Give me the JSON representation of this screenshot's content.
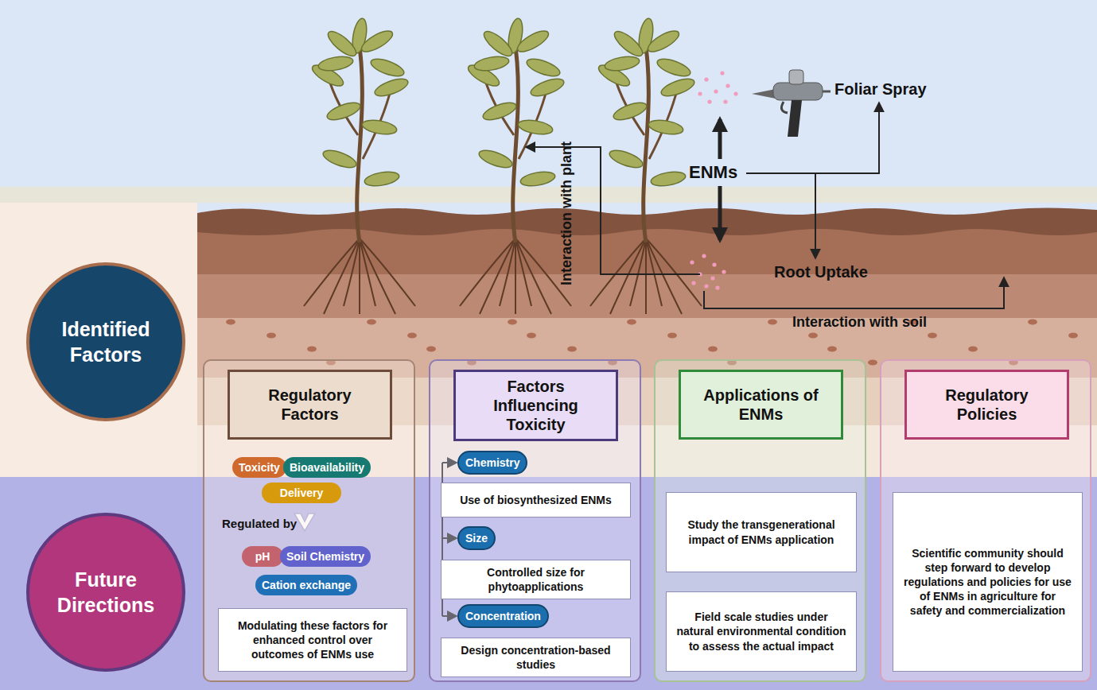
{
  "diagram": {
    "nodes": [
      {
        "text": [
          "Identified Factors"
        ]
      },
      {
        "text": [
          "Future Directions"
        ]
      },
      {
        "text": [
          "Regulatory Factors"
        ]
      },
      {
        "text": [
          "Toxicity"
        ],
        "in": 2
      },
      {
        "text": [
          "Bioavailability"
        ],
        "in": 2
      },
      {
        "text": [
          "Delivery"
        ],
        "in": 2
      },
      {
        "text": [
          "pH"
        ],
        "in": 2
      },
      {
        "text": [
          "Soil Chemistry"
        ],
        "in": 2
      },
      {
        "text": [
          "Cation exchange"
        ],
        "in": 2
      },
      {
        "text": [
          "Modulating these factors for enhanced control over outcomes of ENMs use"
        ],
        "in": 2
      },
      {
        "text": [
          "Factors Influencing Toxicity"
        ]
      },
      {
        "text": [
          "Chemistry"
        ],
        "in": 10
      },
      {
        "text": [
          "Use of biosynthesized ENMs"
        ],
        "in": 10
      },
      {
        "text": [
          "Size"
        ],
        "in": 10
      },
      {
        "text": [
          "Controlled size for phytoapplications"
        ],
        "in": 10
      },
      {
        "text": [
          "Concentration"
        ],
        "in": 10
      },
      {
        "text": [
          "Design concentration-based studies"
        ],
        "in": 10
      },
      {
        "text": [
          "Applications of ENMs"
        ]
      },
      {
        "text": [
          "Study the transgenerational impact of ENMs application"
        ],
        "in": 17
      },
      {
        "text": [
          "Field scale studies under natural environmental condition to assess the actual impact"
        ],
        "in": 17
      },
      {
        "text": [
          "Regulatory Policies"
        ]
      },
      {
        "text": [
          "Scientific community should step forward to develop regulations and policies for use of ENMs in agriculture for safety and commercialization"
        ],
        "in": 20
      }
    ],
    "labels": [
      "ENMs",
      "Foliar Spray",
      "Root Uptake",
      "Interaction with plant",
      "Interaction with soil",
      "Regulated by"
    ]
  }
}
